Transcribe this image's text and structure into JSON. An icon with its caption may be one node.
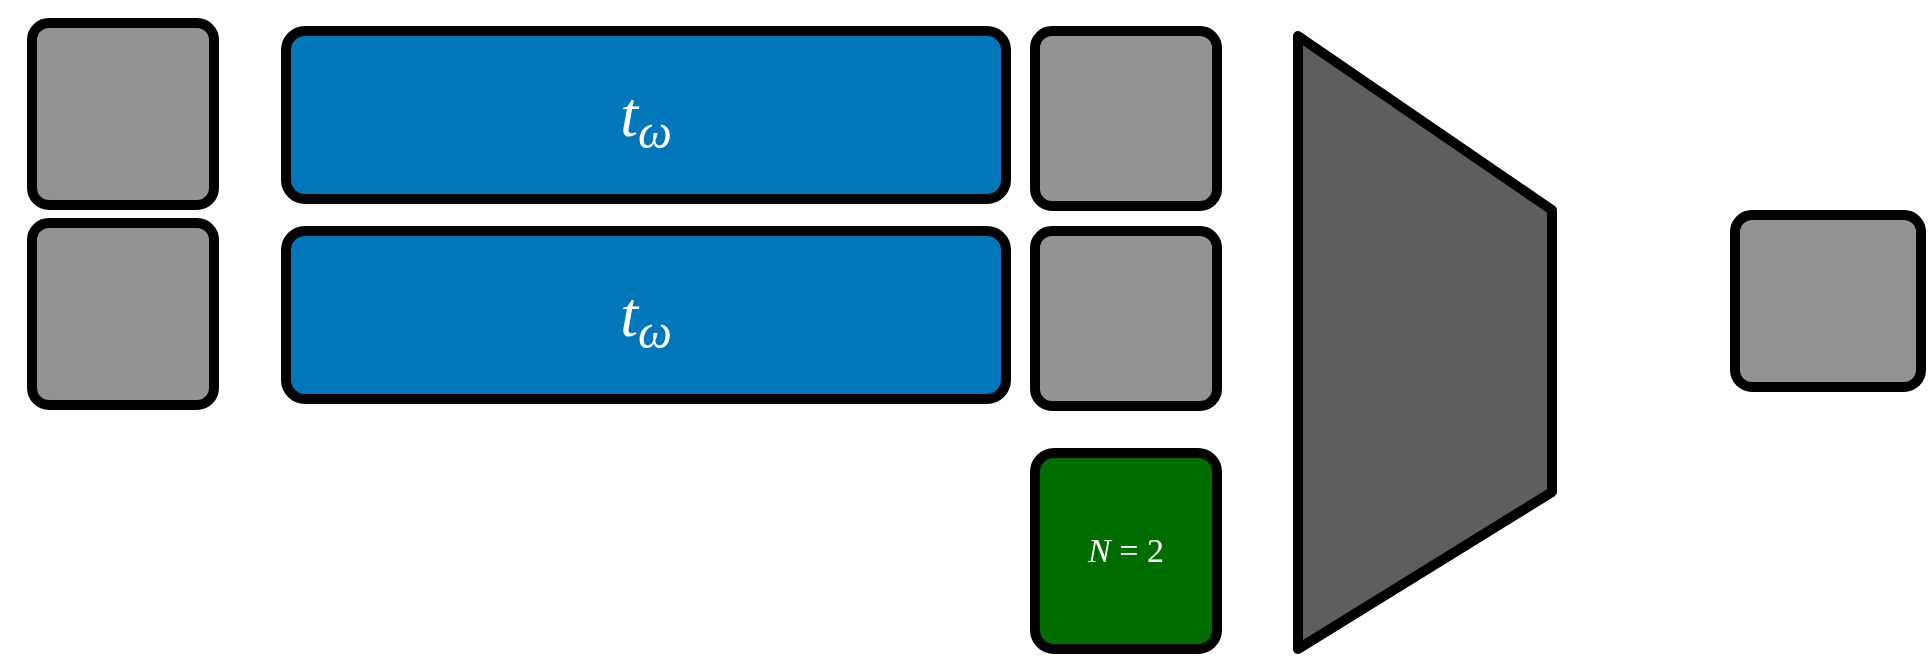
{
  "diagram": {
    "nodes": [
      {
        "text": [],
        "shape": "box"
      },
      {
        "text": [
          "t$_{ω}$"
        ]
      },
      {
        "text": [],
        "shape": "box"
      },
      {
        "text": [],
        "shape": "trapezoid"
      },
      {
        "text": [],
        "shape": "box"
      },
      {
        "text": [],
        "shape": "box"
      },
      {
        "text": [
          "t$_{ω}$"
        ]
      },
      {
        "text": [],
        "shape": "box"
      },
      {
        "text": [
          "*N* = 2"
        ]
      }
    ]
  }
}
